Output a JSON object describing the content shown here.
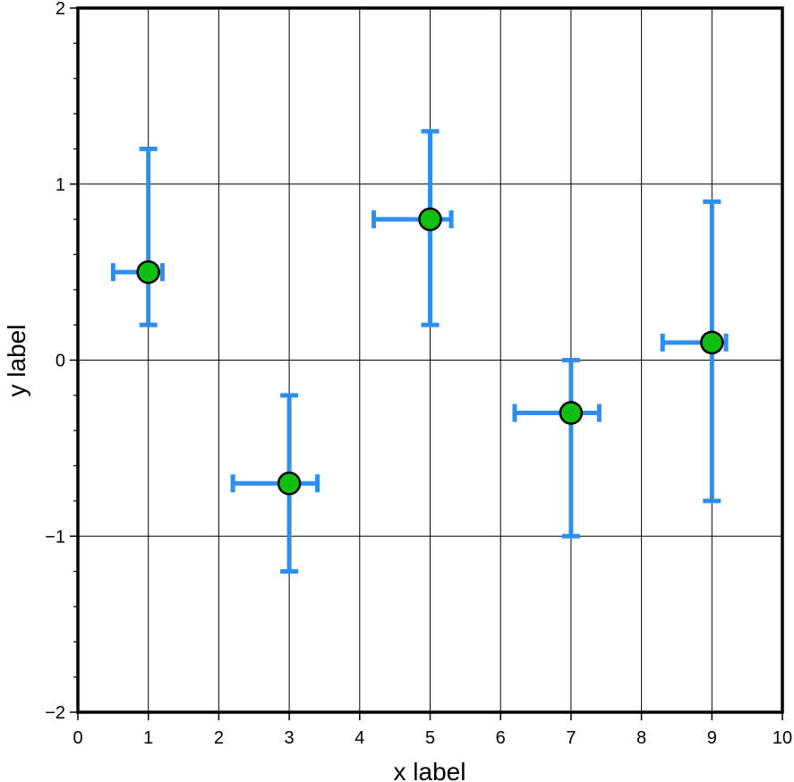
{
  "chart_data": {
    "type": "scatter",
    "xlabel": "x label",
    "ylabel": "y label",
    "xlim": [
      0,
      10
    ],
    "ylim": [
      -2,
      2
    ],
    "x_ticks": [
      0,
      1,
      2,
      3,
      4,
      5,
      6,
      7,
      8,
      9,
      10
    ],
    "y_ticks": [
      -2,
      -1,
      0,
      1,
      2
    ],
    "y_minor_step": 0.2,
    "grid": true,
    "colors": {
      "errorbar": "#2b8ef0",
      "marker_fill": "#10c010",
      "marker_edge": "#000000"
    },
    "points": [
      {
        "x": 1,
        "y": 0.5,
        "xerr_lo": 0.5,
        "xerr_hi": 0.2,
        "yerr_lo": 0.3,
        "yerr_hi": 0.7
      },
      {
        "x": 3,
        "y": -0.7,
        "xerr_lo": 0.8,
        "xerr_hi": 0.4,
        "yerr_lo": 0.5,
        "yerr_hi": 0.5
      },
      {
        "x": 5,
        "y": 0.8,
        "xerr_lo": 0.8,
        "xerr_hi": 0.3,
        "yerr_lo": 0.6,
        "yerr_hi": 0.5
      },
      {
        "x": 7,
        "y": -0.3,
        "xerr_lo": 0.8,
        "xerr_hi": 0.4,
        "yerr_lo": 0.7,
        "yerr_hi": 0.3
      },
      {
        "x": 9,
        "y": 0.1,
        "xerr_lo": 0.7,
        "xerr_hi": 0.2,
        "yerr_lo": 0.9,
        "yerr_hi": 0.8
      }
    ]
  }
}
